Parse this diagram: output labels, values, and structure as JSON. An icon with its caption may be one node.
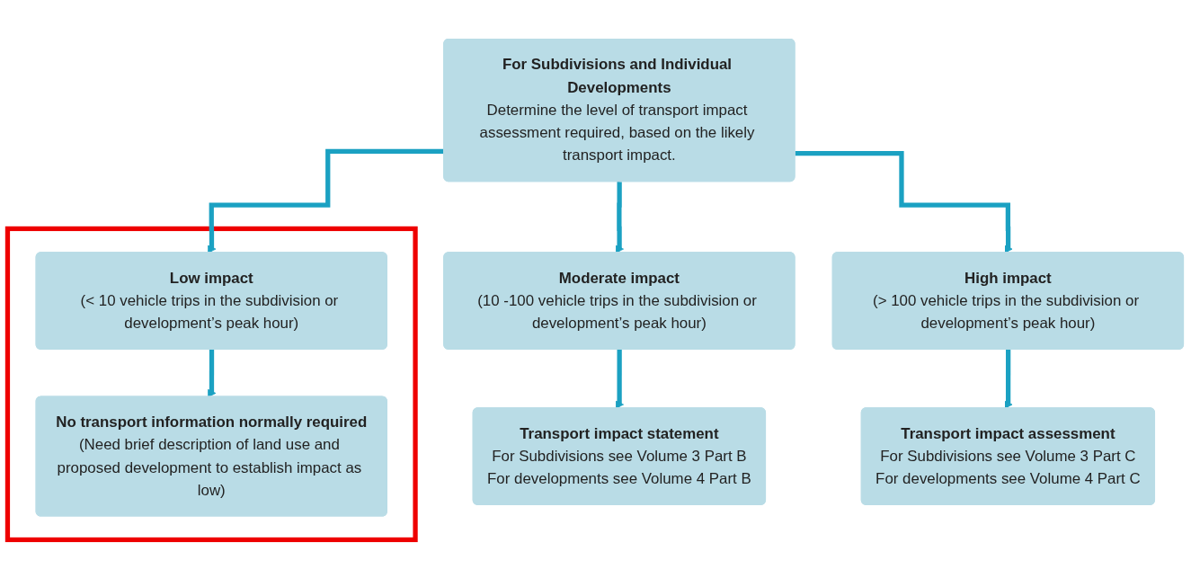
{
  "diagram": {
    "nodes": [
      {
        "text": [
          "For Subdivisions and Individual Developments",
          "Determine the level of transport impact assessment required, based on the likely transport impact."
        ]
      },
      {
        "text": [],
        "shape": "box"
      },
      {
        "text": [
          "Low impact",
          "(< 10 vehicle trips in the subdivision or development’s peak hour)"
        ],
        "in": 1
      },
      {
        "text": [
          "Moderate impact",
          "(10 -100 vehicle trips in the subdivision or development’s peak hour)"
        ]
      },
      {
        "text": [
          "High impact",
          "(> 100 vehicle trips in the subdivision or development’s peak hour)"
        ]
      },
      {
        "text": [
          "No transport information normally required",
          "(Need brief description of land use and proposed development to establish impact as low)"
        ],
        "in": 1
      },
      {
        "text": [
          "Transport impact statement",
          "For Subdivisions see Volume 3 Part B",
          "For developments see Volume 4 Part B"
        ]
      },
      {
        "text": [
          "Transport impact assessment",
          "For Subdivisions see Volume 3 Part C",
          "For developments see Volume 4 Part C"
        ]
      }
    ],
    "edges": [
      {
        "from": 0,
        "to": 2,
        "arrow": "to"
      },
      {
        "from": 0,
        "to": 3,
        "arrow": "to"
      },
      {
        "from": 0,
        "to": 4,
        "arrow": "to"
      },
      {
        "from": 2,
        "to": 5,
        "arrow": "to"
      },
      {
        "from": 3,
        "to": 6,
        "arrow": "to"
      },
      {
        "from": 4,
        "to": 7,
        "arrow": "to"
      }
    ]
  }
}
